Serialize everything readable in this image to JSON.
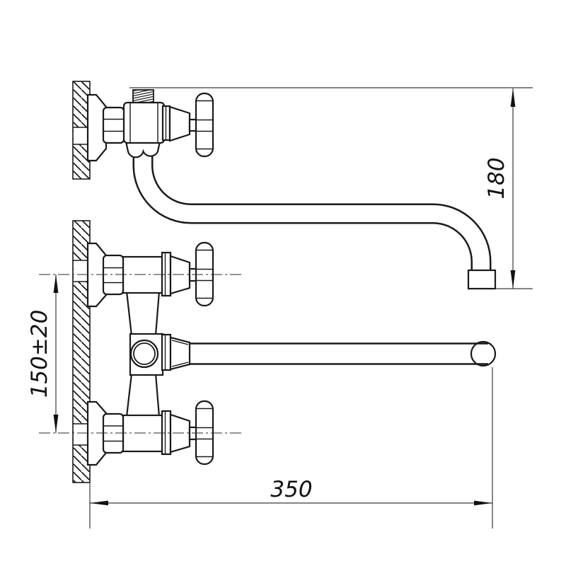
{
  "drawing": {
    "type": "technical-drawing",
    "subject": "Wall-mounted mixer faucet, side view with curved spout and front view with straight spout, installation dimensions",
    "background_color": "#ffffff",
    "line_color": "#1a1a1a",
    "dimension_line_color": "#3a3a3a",
    "text_color": "#111111",
    "dimensions": {
      "spout_height": {
        "label": "180",
        "orientation": "vertical",
        "location": "right side"
      },
      "valve_spacing": {
        "label": "150±20",
        "orientation": "vertical",
        "location": "left side"
      },
      "spout_length": {
        "label": "350",
        "orientation": "horizontal",
        "location": "bottom"
      }
    }
  }
}
